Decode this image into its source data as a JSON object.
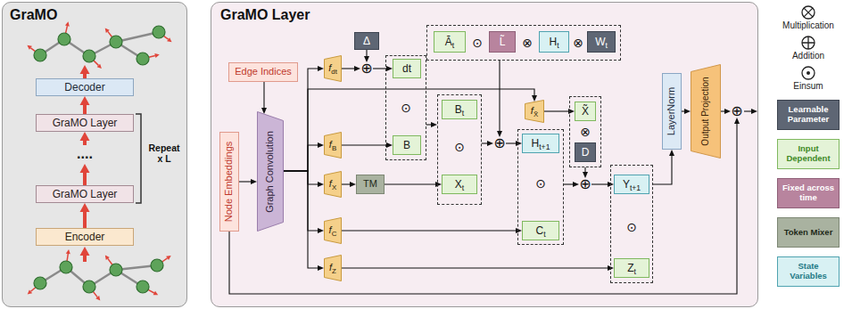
{
  "diagram": {
    "nodes": [
      {
        "text": [
          "GraMO"
        ]
      },
      {
        "text": [
          "Decoder"
        ],
        "in": 0
      },
      {
        "text": [
          "GraMO Layer"
        ],
        "in": 0
      },
      {
        "text": [
          "GraMO Layer"
        ],
        "in": 0
      },
      {
        "text": [
          "Encoder"
        ],
        "in": 0
      },
      {
        "text": [
          "GraMO Layer"
        ]
      },
      {
        "text": [
          "Edge Indices"
        ],
        "in": 5
      },
      {
        "text": [
          "Node Embeddings"
        ],
        "in": 5
      },
      {
        "text": [
          "Graph Convolution"
        ],
        "in": 5
      },
      {
        "text": [
          "f",
          "dt"
        ],
        "in": 5
      },
      {
        "text": [
          "Δ"
        ],
        "in": 5
      },
      {
        "text": [
          "⊕"
        ],
        "in": 5
      },
      {
        "text": [
          "⊙"
        ],
        "in": 5
      },
      {
        "text": [
          "dt"
        ],
        "in": 12
      },
      {
        "text": [
          "B"
        ],
        "in": 12
      },
      {
        "text": [
          "f",
          "B"
        ],
        "in": 5
      },
      {
        "text": [
          "⊙"
        ],
        "in": 5
      },
      {
        "text": [
          "B",
          "t"
        ],
        "in": 16
      },
      {
        "text": [
          "X",
          "t"
        ],
        "in": 16
      },
      {
        "text": [
          "f",
          "X"
        ],
        "in": 5
      },
      {
        "text": [
          "TM"
        ],
        "in": 5
      },
      {
        "text": [
          "⊙",
          "⊗",
          "⊗"
        ],
        "in": 5
      },
      {
        "text": [
          "Ā",
          "t"
        ],
        "in": 21
      },
      {
        "text": [
          "L̃"
        ],
        "in": 21
      },
      {
        "text": [
          "H",
          "t"
        ],
        "in": 21
      },
      {
        "text": [
          "W",
          "t"
        ],
        "in": 21
      },
      {
        "text": [
          "⊕"
        ],
        "in": 5
      },
      {
        "text": [
          "f",
          "X̃"
        ],
        "in": 5
      },
      {
        "text": [
          "⊙"
        ],
        "in": 5
      },
      {
        "text": [
          "H",
          "t+1"
        ],
        "in": 28
      },
      {
        "text": [
          "C",
          "t"
        ],
        "in": 28
      },
      {
        "text": [
          "f",
          "C"
        ],
        "in": 5
      },
      {
        "text": [
          "⊗"
        ],
        "in": 5
      },
      {
        "text": [
          "X̃"
        ],
        "in": 32
      },
      {
        "text": [
          "D"
        ],
        "in": 32
      },
      {
        "text": [
          "⊕"
        ],
        "in": 5
      },
      {
        "text": [
          "⊙"
        ],
        "in": 5
      },
      {
        "text": [
          "Y",
          "t+1"
        ],
        "in": 36
      },
      {
        "text": [
          "Z",
          "t"
        ],
        "in": 36
      },
      {
        "text": [
          "f",
          "Z"
        ],
        "in": 5
      },
      {
        "text": [
          "LayerNorm"
        ],
        "in": 5
      },
      {
        "text": [
          "Output Projection"
        ],
        "in": 5
      },
      {
        "text": [
          "⊕"
        ],
        "in": 5
      }
    ],
    "edges": [
      {
        "from": 4,
        "to": 3,
        "arrow": "to"
      },
      {
        "from": 3,
        "to": 2,
        "arrow": "to"
      },
      {
        "from": 2,
        "to": 1,
        "arrow": "to"
      },
      {
        "from": 7,
        "to": 8,
        "arrow": "to"
      },
      {
        "from": 6,
        "to": 8,
        "arrow": "to"
      },
      {
        "from": 8,
        "to": 9,
        "arrow": "to"
      },
      {
        "from": 8,
        "to": 15,
        "arrow": "to"
      },
      {
        "from": 8,
        "to": 19,
        "arrow": "to"
      },
      {
        "from": 8,
        "to": 31,
        "arrow": "to"
      },
      {
        "from": 8,
        "to": 39,
        "arrow": "to"
      },
      {
        "from": 8,
        "to": 27,
        "arrow": "to"
      },
      {
        "from": 9,
        "to": 11,
        "arrow": "to"
      },
      {
        "from": 10,
        "to": 11,
        "arrow": "to"
      },
      {
        "from": 11,
        "to": 13,
        "arrow": "to"
      },
      {
        "from": 15,
        "to": 14,
        "arrow": "to"
      },
      {
        "from": 19,
        "to": 20,
        "arrow": "to"
      },
      {
        "from": 20,
        "to": 18,
        "arrow": "to"
      },
      {
        "from": 12,
        "to": 16,
        "arrow": "to"
      },
      {
        "from": 16,
        "to": 26,
        "arrow": "to"
      },
      {
        "from": 21,
        "to": 26,
        "arrow": "to"
      },
      {
        "from": 26,
        "to": 29,
        "arrow": "to"
      },
      {
        "from": 27,
        "to": 33,
        "arrow": "to"
      },
      {
        "from": 28,
        "to": 35,
        "arrow": "to"
      },
      {
        "from": 32,
        "to": 35,
        "arrow": "to"
      },
      {
        "from": 35,
        "to": 37,
        "arrow": "to"
      },
      {
        "from": 31,
        "to": 30,
        "arrow": "to"
      },
      {
        "from": 39,
        "to": 38,
        "arrow": "to"
      },
      {
        "from": 36,
        "to": 40,
        "arrow": "to"
      },
      {
        "from": 40,
        "to": 41,
        "arrow": "to"
      },
      {
        "from": 41,
        "to": 42,
        "arrow": "to"
      },
      {
        "from": 7,
        "to": 42,
        "arrow": "to"
      }
    ],
    "labels": [
      "....",
      "Repeat x L"
    ],
    "legend": [
      {
        "text": "Multiplication"
      },
      {
        "text": "Addition"
      },
      {
        "text": "Einsum"
      },
      {
        "text": "Learnable Parameter",
        "color": "#5e6674"
      },
      {
        "text": "Input Dependent",
        "color": "#e4f3d7"
      },
      {
        "text": "Fixed across time",
        "color": "#b8849e"
      },
      {
        "text": "Token Mixer",
        "color": "#a9b2a0"
      },
      {
        "text": "State Variables",
        "color": "#d8f1f3"
      }
    ]
  }
}
